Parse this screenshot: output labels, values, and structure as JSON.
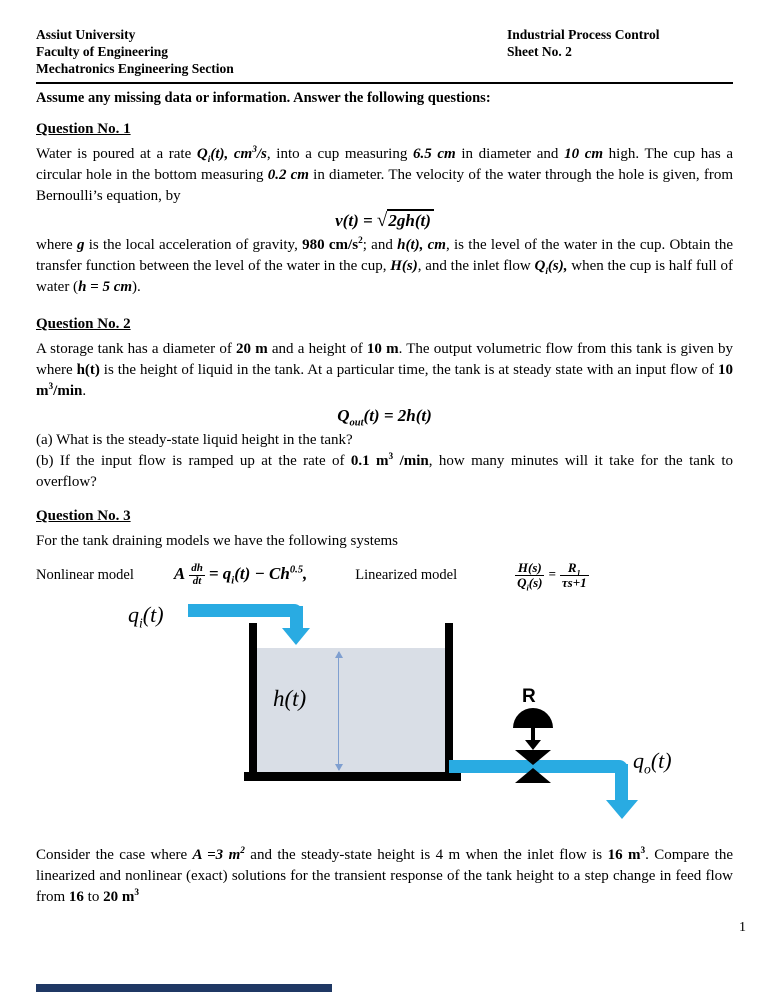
{
  "header": {
    "left": [
      "Assiut University",
      "Faculty of Engineering",
      "Mechatronics Engineering Section"
    ],
    "right": [
      "Industrial Process Control",
      "Sheet No. 2"
    ]
  },
  "intro": "Assume any missing data or information. Answer the following questions:",
  "q1": {
    "title": "Question No. 1",
    "para1_runs": [
      {
        "t": "Water is poured at a rate "
      },
      {
        "t": "Q",
        "b": 1,
        "i": 1
      },
      {
        "t": "i",
        "b": 1,
        "i": 1,
        "sub": 1
      },
      {
        "t": "(t), cm",
        "b": 1,
        "i": 1
      },
      {
        "t": "3",
        "b": 1,
        "i": 1,
        "sup": 1
      },
      {
        "t": "/s",
        "b": 1,
        "i": 1
      },
      {
        "t": ", into a cup measuring "
      },
      {
        "t": "6.5 cm",
        "b": 1,
        "i": 1
      },
      {
        "t": " in diameter and "
      },
      {
        "t": "10 cm",
        "b": 1,
        "i": 1
      },
      {
        "t": " high. The cup has a circular hole in the bottom measuring "
      },
      {
        "t": "0.2 cm",
        "b": 1,
        "i": 1
      },
      {
        "t": " in diameter. The velocity of the water through the hole is given, from Bernoulli’s equation, by"
      }
    ],
    "equation": {
      "lhs": "v(t) = ",
      "radical": "√",
      "radicand": "2gh(t)"
    },
    "para2_runs": [
      {
        "t": "where "
      },
      {
        "t": "g",
        "b": 1,
        "i": 1
      },
      {
        "t": " is the local acceleration of gravity, "
      },
      {
        "t": "980 cm/s",
        "b": 1
      },
      {
        "t": "2",
        "b": 1,
        "sup": 1
      },
      {
        "t": "; and "
      },
      {
        "t": "h(t), cm",
        "b": 1,
        "i": 1
      },
      {
        "t": ", is the level of the water in the cup. Obtain the transfer function between the level of the water in the cup, "
      },
      {
        "t": "H(s)",
        "b": 1,
        "i": 1
      },
      {
        "t": ", and the inlet flow "
      },
      {
        "t": "Q",
        "b": 1,
        "i": 1
      },
      {
        "t": "i",
        "b": 1,
        "i": 1,
        "sub": 1
      },
      {
        "t": "(s),",
        "b": 1,
        "i": 1
      },
      {
        "t": " when the cup is half full of water ("
      },
      {
        "t": "h = 5 cm",
        "b": 1,
        "i": 1
      },
      {
        "t": ")."
      }
    ]
  },
  "q2": {
    "title": "Question No. 2",
    "para_runs": [
      {
        "t": "A storage tank has a diameter of "
      },
      {
        "t": "20 m",
        "b": 1
      },
      {
        "t": " and a height of "
      },
      {
        "t": "10 m",
        "b": 1
      },
      {
        "t": ". The output volumetric flow from this tank is given by where "
      },
      {
        "t": "h(t)",
        "b": 1
      },
      {
        "t": " is the height of liquid in the tank.  At a particular time, the tank is at steady state with an input flow of "
      },
      {
        "t": "10 m",
        "b": 1
      },
      {
        "t": "3",
        "b": 1,
        "sup": 1
      },
      {
        "t": "/min",
        "b": 1
      },
      {
        "t": "."
      }
    ],
    "equation": {
      "base": "Q",
      "sub": "out",
      "rest": "(t) = 2h(t)"
    },
    "item_a_runs": [
      {
        "t": "(a) What is the steady-state liquid height in the tank?"
      }
    ],
    "item_b_runs": [
      {
        "t": "(b) If the input flow is ramped up at the rate of "
      },
      {
        "t": "0.1 m",
        "b": 1
      },
      {
        "t": "3",
        "b": 1,
        "sup": 1
      },
      {
        "t": " /min",
        "b": 1
      },
      {
        "t": ", how many minutes will it take for the tank to overflow?"
      }
    ]
  },
  "q3": {
    "title": "Question No. 3",
    "intro": "For the tank draining models we have the following systems",
    "nonlinear_label": "Nonlinear model",
    "nl": {
      "pre": "A",
      "num": "dh",
      "den": "dt",
      "mid": "= q",
      "sub": "i",
      "mid2": "(t) − Ch",
      "sup": "0.5",
      "post": ","
    },
    "linearized_label": "Linearized model",
    "lin": {
      "num": "H(s)",
      "den_base": "Q",
      "den_sub": "i",
      "den_rest": "(s)",
      "eq": "=",
      "rnum_base": "R",
      "rnum_sub": "1",
      "rden": "τs+1"
    },
    "diagram": {
      "inflow": {
        "base": "q",
        "sub": "i",
        "rest": "(t)"
      },
      "height_label": "h(t)",
      "valve_label": "R",
      "outflow": {
        "base": "q",
        "sub": "o",
        "rest": "(t)"
      },
      "colors": {
        "pipe": "#29ABE2",
        "water": "#D9DEE6",
        "height_arrow": "#7F9FD0",
        "tank": "#000000"
      }
    },
    "closing_runs": [
      {
        "t": "Consider the case where "
      },
      {
        "t": "A =3 m",
        "b": 1,
        "i": 1
      },
      {
        "t": "2",
        "b": 1,
        "i": 1,
        "sup": 1
      },
      {
        "t": " and the steady-state height is 4 m when the inlet flow is "
      },
      {
        "t": "16 m",
        "b": 1
      },
      {
        "t": "3",
        "b": 1,
        "sup": 1
      },
      {
        "t": ". Compare the linearized and nonlinear (exact) solutions for the transient response of the tank height to a step change in feed flow from "
      },
      {
        "t": "16",
        "b": 1
      },
      {
        "t": " to "
      },
      {
        "t": "20 m",
        "b": 1
      },
      {
        "t": "3",
        "b": 1,
        "sup": 1
      }
    ]
  },
  "footer": {
    "page_number": "1",
    "bar_color": "#1F3864"
  }
}
